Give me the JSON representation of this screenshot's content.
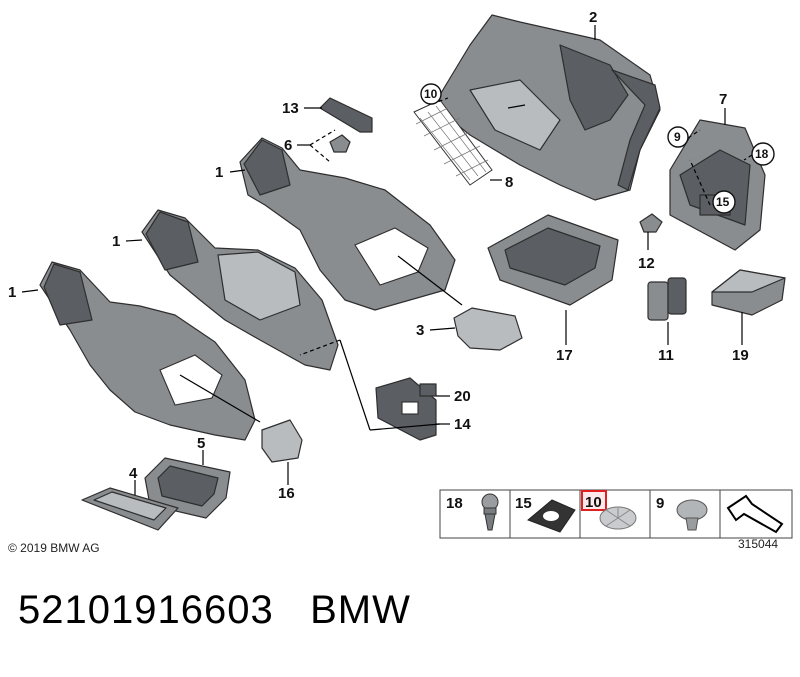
{
  "callouts": {
    "n1": "1",
    "n2": "2",
    "n3": "3",
    "n4": "4",
    "n5": "5",
    "n6": "6",
    "n7": "7",
    "n8": "8",
    "n9": "9",
    "n10": "10",
    "n11": "11",
    "n12": "12",
    "n13": "13",
    "n14": "14",
    "n15": "15",
    "n16": "16",
    "n17": "17",
    "n18": "18",
    "n19": "19",
    "n20": "20"
  },
  "legend_strip": {
    "cells": [
      "18",
      "15",
      "10",
      "9"
    ],
    "highlighted": "10",
    "highlight_color": "#e02020"
  },
  "copyright": "© 2019 BMW AG",
  "diagram_code": "315044",
  "footer": {
    "part_number": "52101916603",
    "brand": "BMW"
  },
  "colors": {
    "part_fill": "#8a8d90",
    "part_dark": "#5b5e62",
    "line": "#000000"
  }
}
